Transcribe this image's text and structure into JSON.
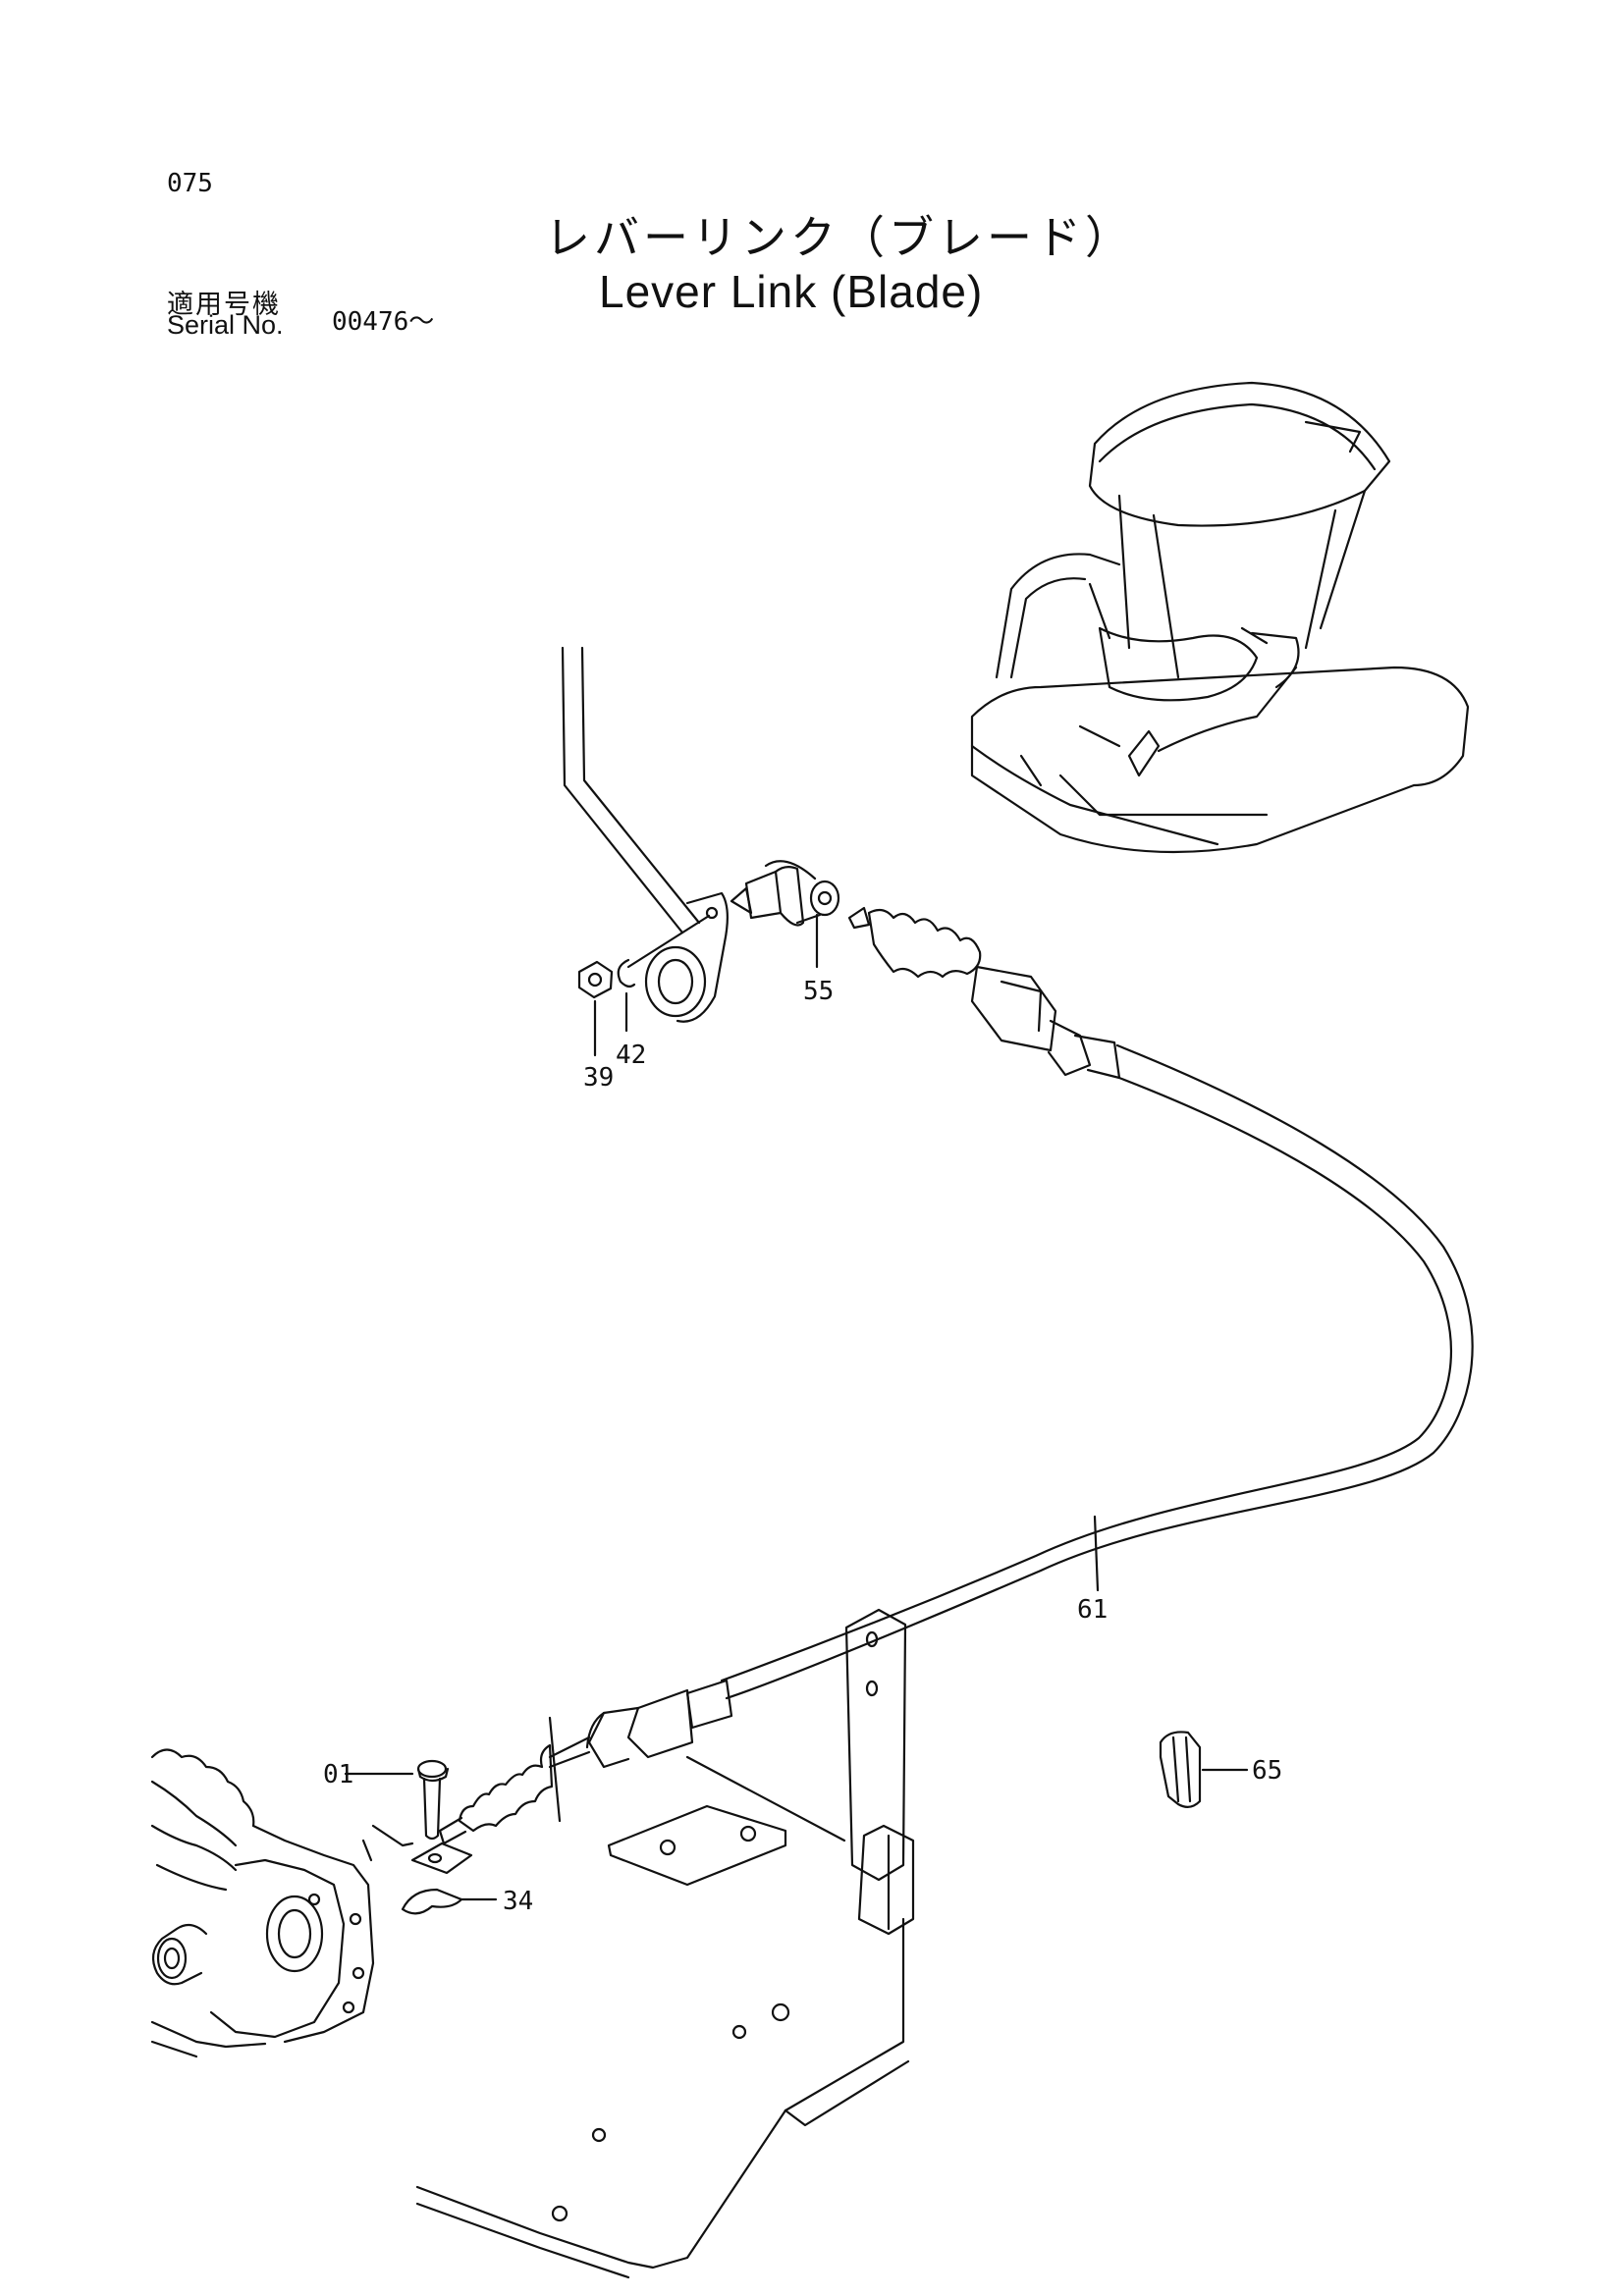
{
  "header": {
    "page_number": "075",
    "title_jp": "レバーリンク（ブレード）",
    "title_en": "Lever Link (Blade)",
    "serial_label_jp": "適用号機",
    "serial_label_en": "Serial No.",
    "serial_value": "00476～"
  },
  "callouts": {
    "p01": "01",
    "p34": "34",
    "p39": "39",
    "p42": "42",
    "p55": "55",
    "p61": "61",
    "p65": "65"
  }
}
